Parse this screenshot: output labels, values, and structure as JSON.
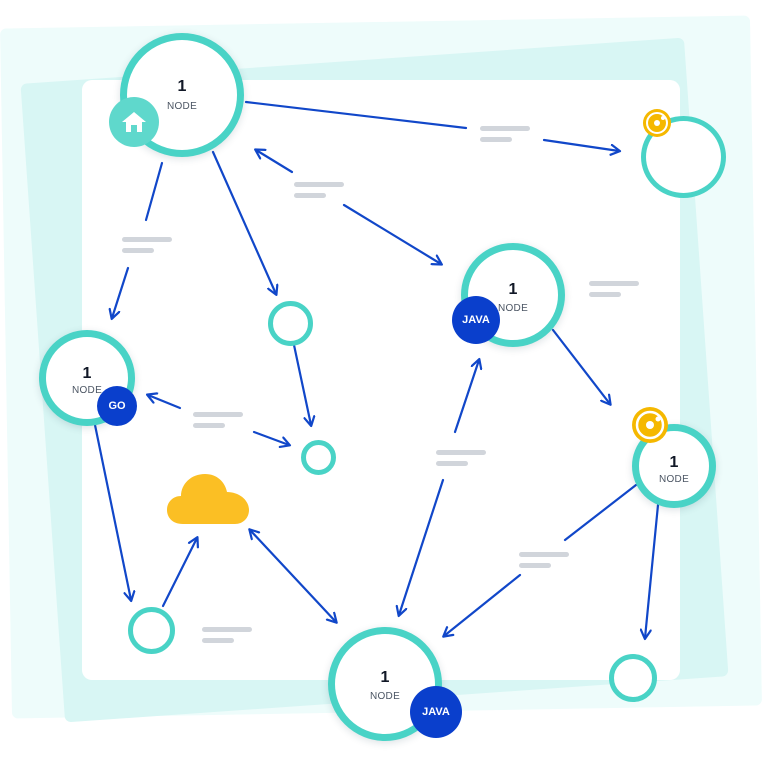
{
  "colors": {
    "node_ring": "#49d3c6",
    "link": "#1147c9",
    "badge": "#0a3fcc",
    "disk": "#f5b800",
    "cloud": "#fbbf24",
    "label_placeholder": "#d1d5db"
  },
  "nodes": [
    {
      "id": "home",
      "count": "1",
      "label": "NODE",
      "icon": "home-icon"
    },
    {
      "id": "java1",
      "count": "1",
      "label": "NODE",
      "badge": "JAVA"
    },
    {
      "id": "go",
      "count": "1",
      "label": "NODE",
      "badge": "GO"
    },
    {
      "id": "disk",
      "count": "1",
      "label": "NODE",
      "icon": "disk-icon"
    },
    {
      "id": "java2",
      "count": "1",
      "label": "NODE",
      "badge": "JAVA"
    }
  ],
  "icons": {
    "cloud": "cloud-icon",
    "disk": "disk-icon",
    "home": "home-icon"
  }
}
